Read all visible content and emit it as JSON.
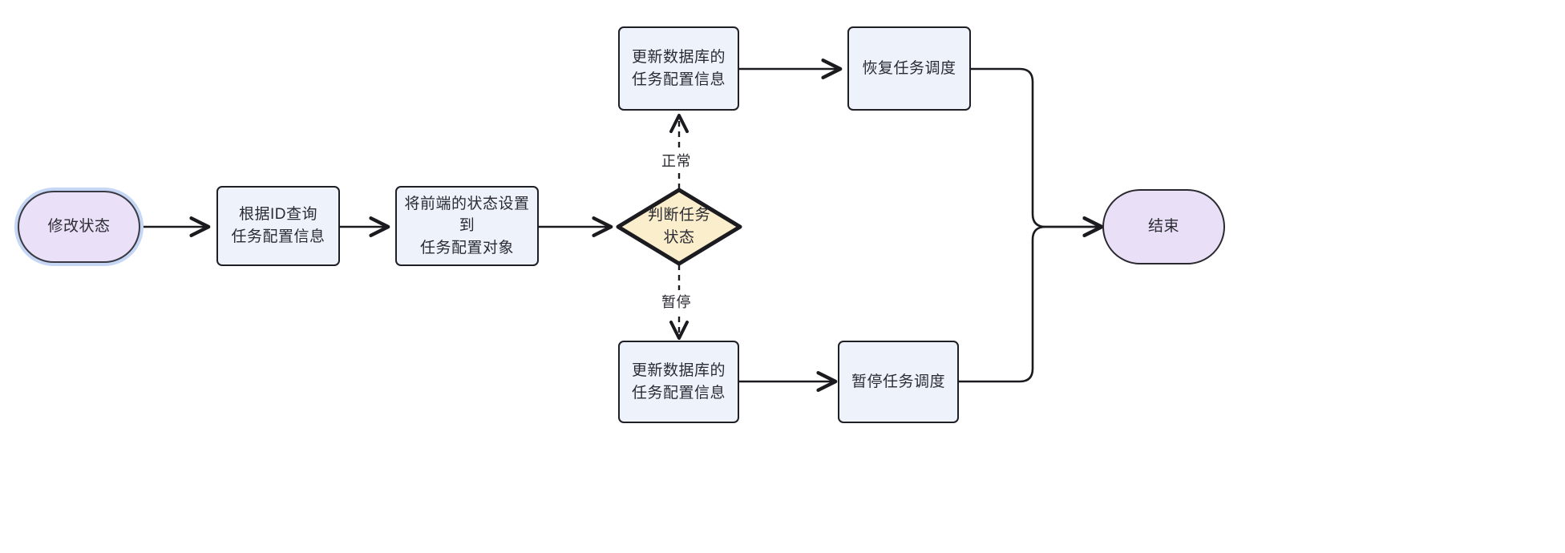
{
  "diagram": {
    "type": "flowchart",
    "direction": "left-to-right",
    "title": "",
    "colors": {
      "process_fill": "#eef2fa",
      "process_stroke": "#1f1f26",
      "terminal_fill": "#e9e0f7",
      "start_fill": "#eae0f8",
      "start_glow": "#c6d6f5",
      "decision_fill": "#fbeecc",
      "decision_stroke": "#1b1b20",
      "edge_stroke": "#1a1a1f",
      "text": "#2b2b33",
      "background": "#ffffff"
    },
    "nodes": [
      {
        "id": "start",
        "shape": "stadium",
        "label": "修改状态"
      },
      {
        "id": "query",
        "shape": "rect",
        "label": "根据ID查询\n任务配置信息"
      },
      {
        "id": "setstate",
        "shape": "rect",
        "label": "将前端的状态设置到\n任务配置对象"
      },
      {
        "id": "decide",
        "shape": "diamond",
        "label": "判断任务\n状态"
      },
      {
        "id": "update_top",
        "shape": "rect",
        "label": "更新数据库的\n任务配置信息"
      },
      {
        "id": "resume",
        "shape": "rect",
        "label": "恢复任务调度"
      },
      {
        "id": "update_bottom",
        "shape": "rect",
        "label": "更新数据库的\n任务配置信息"
      },
      {
        "id": "pause",
        "shape": "rect",
        "label": "暂停任务调度"
      },
      {
        "id": "end",
        "shape": "stadium",
        "label": "结束"
      }
    ],
    "edges": [
      {
        "from": "start",
        "to": "query",
        "label": "",
        "style": "solid"
      },
      {
        "from": "query",
        "to": "setstate",
        "label": "",
        "style": "solid"
      },
      {
        "from": "setstate",
        "to": "decide",
        "label": "",
        "style": "solid"
      },
      {
        "from": "decide",
        "to": "update_top",
        "label": "正常",
        "style": "dashed"
      },
      {
        "from": "decide",
        "to": "update_bottom",
        "label": "暂停",
        "style": "dashed"
      },
      {
        "from": "update_top",
        "to": "resume",
        "label": "",
        "style": "solid"
      },
      {
        "from": "update_bottom",
        "to": "pause",
        "label": "",
        "style": "solid"
      },
      {
        "from": "resume",
        "to": "end",
        "label": "",
        "style": "solid"
      },
      {
        "from": "pause",
        "to": "end",
        "label": "",
        "style": "solid"
      }
    ],
    "edge_labels": {
      "normal": "正常",
      "pause": "暂停"
    }
  }
}
